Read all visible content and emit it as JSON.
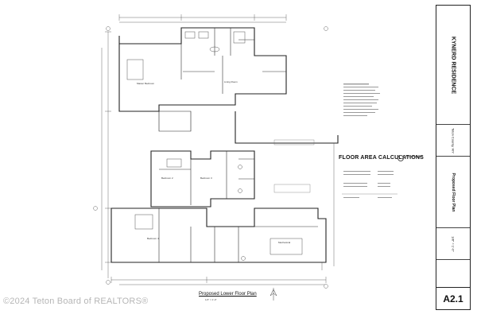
{
  "title_block": {
    "project_name": "KYNERD RESIDENCE",
    "location": "Teton County, WY",
    "drawing_title": "Proposed Floor Plan",
    "scale": "1/8\" = 1'-0\"",
    "sheet_number": "A2.1"
  },
  "calculations": {
    "heading": "FLOOR AREA CALCULATIONS",
    "logo_text": "housesbyart"
  },
  "plan": {
    "title": "Proposed Lower Floor Plan",
    "scale": "1/4\" = 1'-0\""
  },
  "rooms": {
    "master_bedroom": "Master Bedroom",
    "living_room": "Living Room",
    "bedroom_2": "Bedroom 2",
    "bedroom_3": "Bedroom 3",
    "bedroom_4": "Bedroom 4",
    "mechanical": "Mechanical"
  },
  "watermark": "©2024 Teton Board of REALTORS®"
}
